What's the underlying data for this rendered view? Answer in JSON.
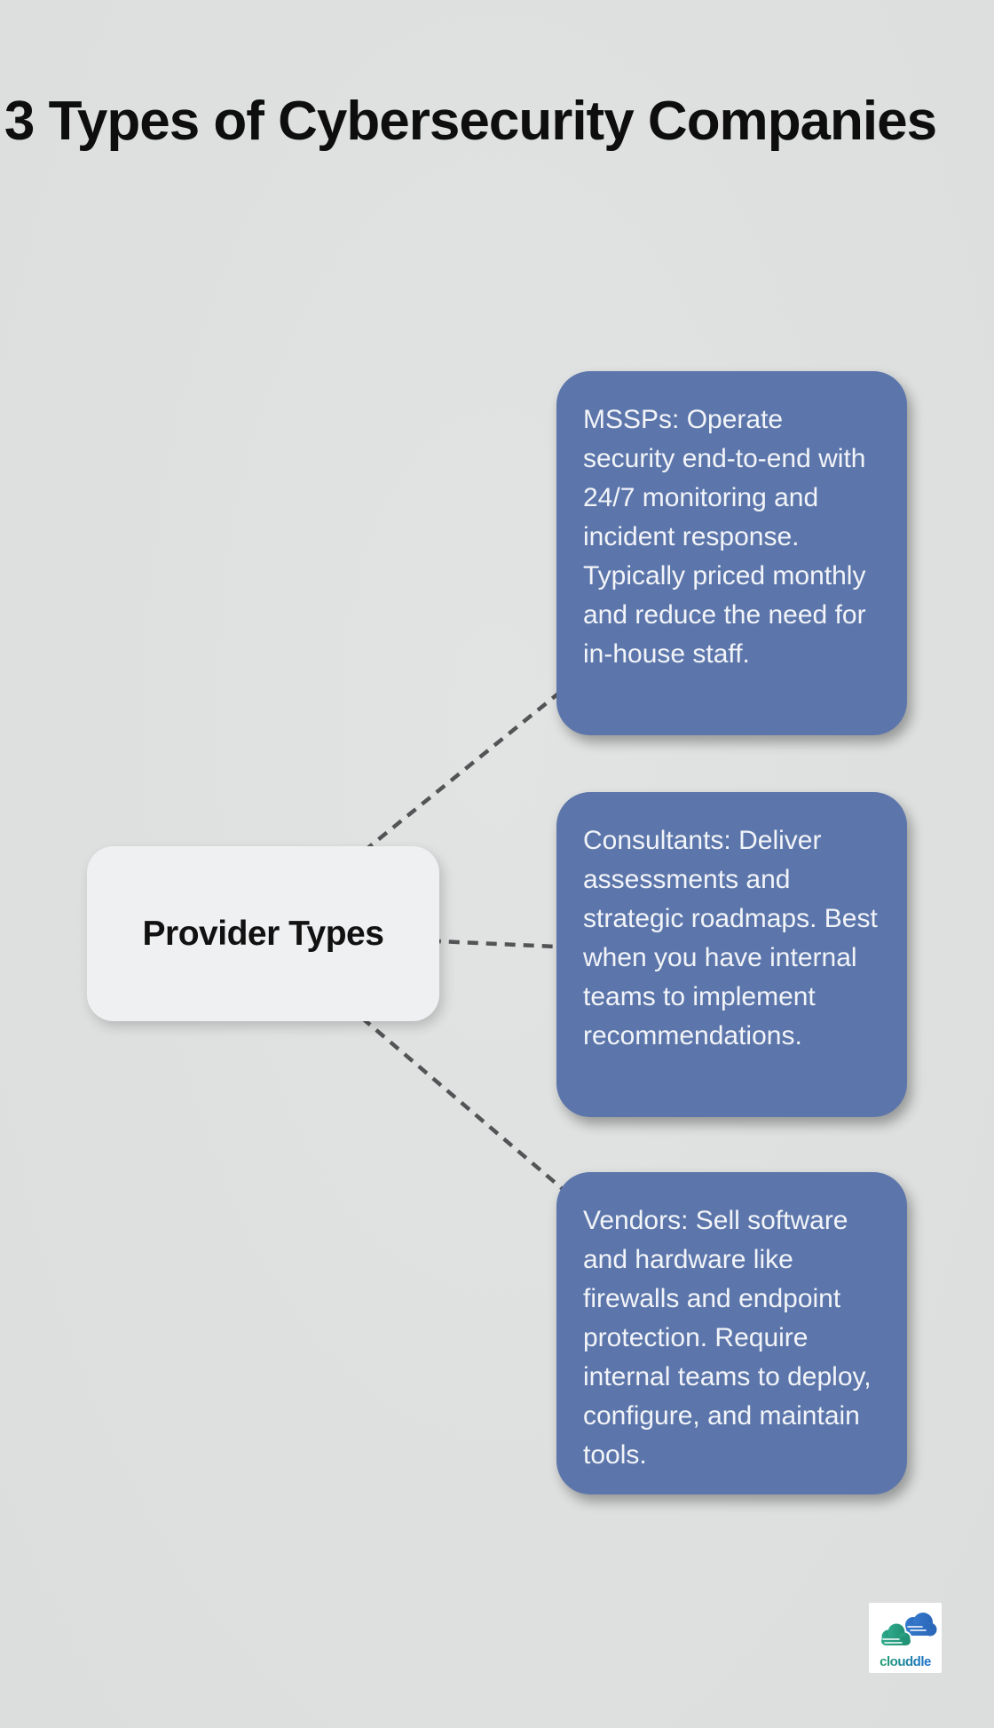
{
  "title": "3 Types of Cybersecurity Companies",
  "mindmap": {
    "root_label": "Provider Types",
    "branches": [
      {
        "id": "mssps",
        "text": "MSSPs: Operate security end-to-end with 24/7 monitoring and incident response. Typically priced monthly and reduce the need for in-house staff."
      },
      {
        "id": "consultants",
        "text": "Consultants: Deliver assessments and strategic roadmaps. Best when you have internal teams to implement recommendations."
      },
      {
        "id": "vendors",
        "text": "Vendors: Sell software and hardware like firewalls and endpoint protection. Require internal teams to deploy, configure, and maintain tools."
      }
    ]
  },
  "logo": {
    "text": "clouddle"
  },
  "colors": {
    "background": "#dfe0e0",
    "title_text": "#0e0e0e",
    "branch_fill": "#5c76ab",
    "branch_text": "#f2f4f8",
    "root_fill": "#eff0f2",
    "root_text": "#111111",
    "connector": "#535456",
    "logo_green": "#2aa381",
    "logo_blue": "#2f72c4"
  }
}
